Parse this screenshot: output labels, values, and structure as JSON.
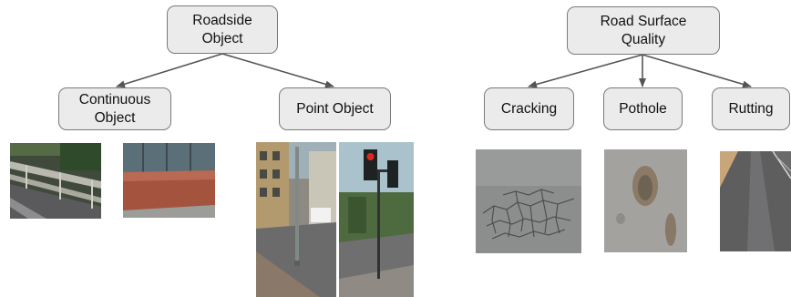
{
  "diagram": {
    "nodes": {
      "roadside_object": {
        "label": "Roadside\nObject"
      },
      "continuous_object": {
        "label": "Continuous\nObject"
      },
      "point_object": {
        "label": "Point Object"
      },
      "road_surface_quality": {
        "label": "Road Surface\nQuality"
      },
      "cracking": {
        "label": "Cracking"
      },
      "pothole": {
        "label": "Pothole"
      },
      "rutting": {
        "label": "Rutting"
      }
    },
    "edges": [
      {
        "from": "roadside_object",
        "to": "continuous_object"
      },
      {
        "from": "roadside_object",
        "to": "point_object"
      },
      {
        "from": "road_surface_quality",
        "to": "cracking"
      },
      {
        "from": "road_surface_quality",
        "to": "pothole"
      },
      {
        "from": "road_surface_quality",
        "to": "rutting"
      }
    ],
    "edge_color": "#555555",
    "node_fill": "#ebebeb",
    "node_border": "#7a7a7a"
  }
}
